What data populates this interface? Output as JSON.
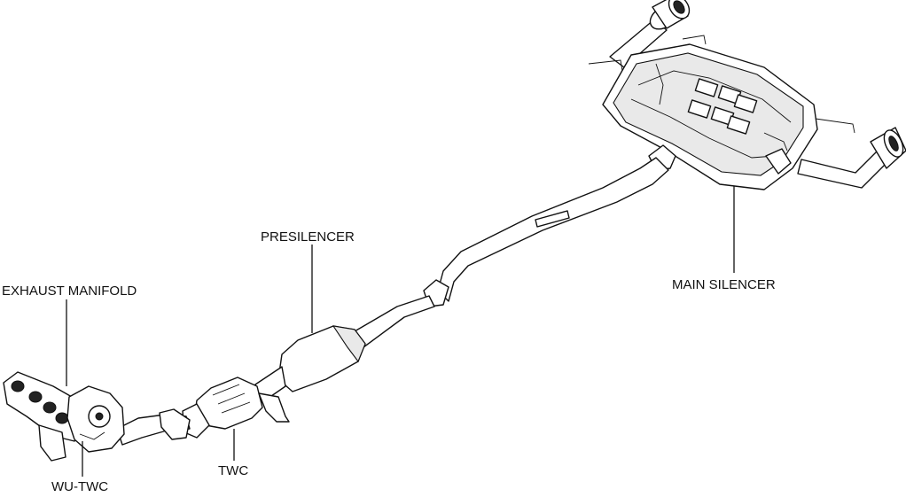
{
  "labels": {
    "exhaust_manifold": "EXHAUST MANIFOLD",
    "wu_twc": "WU-TWC",
    "twc": "TWC",
    "presilencer": "PRESILENCER",
    "main_silencer": "MAIN SILENCER"
  }
}
